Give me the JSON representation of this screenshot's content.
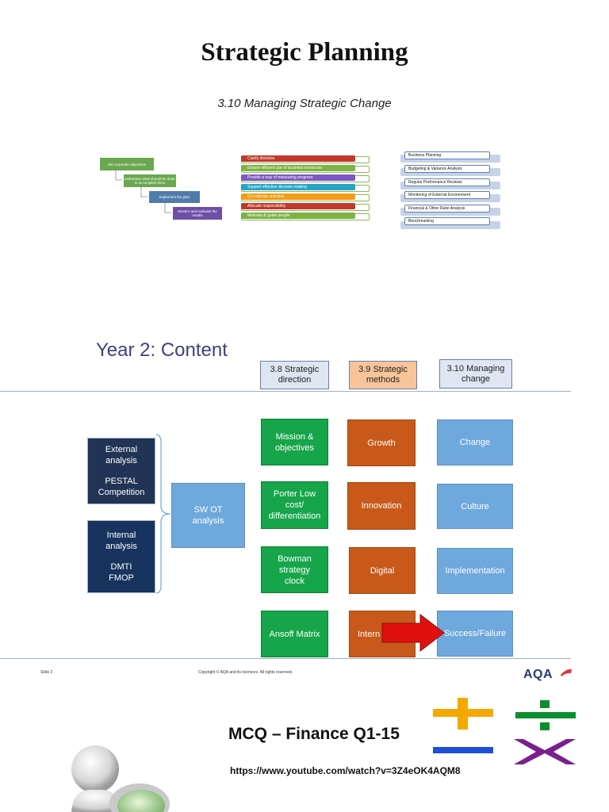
{
  "title": "Strategic Planning",
  "subtitle": "3.10 Managing Strategic Change",
  "thumb_steps": {
    "items": [
      {
        "label": "Set corporate objectives",
        "color": "#6aa84f"
      },
      {
        "label": "Determine what should be done to accomplish them",
        "color": "#6aa84f"
      },
      {
        "label": "Implement the plan",
        "color": "#4f7caa"
      },
      {
        "label": "Monitor and evaluate the results",
        "color": "#6d4fa8"
      }
    ]
  },
  "thumb_bars": {
    "items": [
      {
        "label": "Clarify direction",
        "color": "#c0392b"
      },
      {
        "label": "Ensure efficient use of business resources",
        "color": "#7cb342"
      },
      {
        "label": "Provide a way of measuring progress",
        "color": "#7e57c2"
      },
      {
        "label": "Support effective decision-making",
        "color": "#29a3c7"
      },
      {
        "label": "Co-ordinate activities",
        "color": "#f39c12"
      },
      {
        "label": "Allocate responsibility",
        "color": "#c0392b"
      },
      {
        "label": "Motivate & guide people",
        "color": "#7cb342"
      }
    ]
  },
  "thumb_list": {
    "items": [
      "Business Planning",
      "Budgeting & Variance Analysis",
      "Regular Performance Reviews",
      "Monitoring of External Environment",
      "Financial & Other Ratio Analysis",
      "Benchmarking"
    ]
  },
  "slide": {
    "title": "Year 2: Content",
    "headers": [
      "3.8 Strategic direction",
      "3.9 Strategic methods",
      "3.10 Managing change"
    ],
    "external": {
      "line1": "External analysis",
      "line2": "PESTAL Competition"
    },
    "internal": {
      "line1": "Internal analysis",
      "line2": "DMTI FMOP"
    },
    "swot": "SW OT analysis",
    "col1": [
      "Mission & objectives",
      "Porter Low cost/ differentiation",
      "Bowman strategy clock",
      "Ansoff Matrix"
    ],
    "col2": [
      "Growth",
      "Innovation",
      "Digital",
      "Intern"
    ],
    "col3": [
      "Change",
      "Culture",
      "Implementation",
      "Success/Failure"
    ],
    "footer_slide": "Slide 2",
    "footer_copyright": "Copyright © AQA and its licensors. All rights reserved.",
    "logo": "AQA"
  },
  "mcq": {
    "title": "MCQ – Finance Q1-15",
    "url": "https://www.youtube.com/watch?v=3Z4eOK4AQM8"
  },
  "colors": {
    "plus": "#f5a800",
    "divide": "#0b8f2e",
    "minus": "#1d4fd8",
    "times": "#7a1f8f",
    "arrow": "#e01010"
  }
}
